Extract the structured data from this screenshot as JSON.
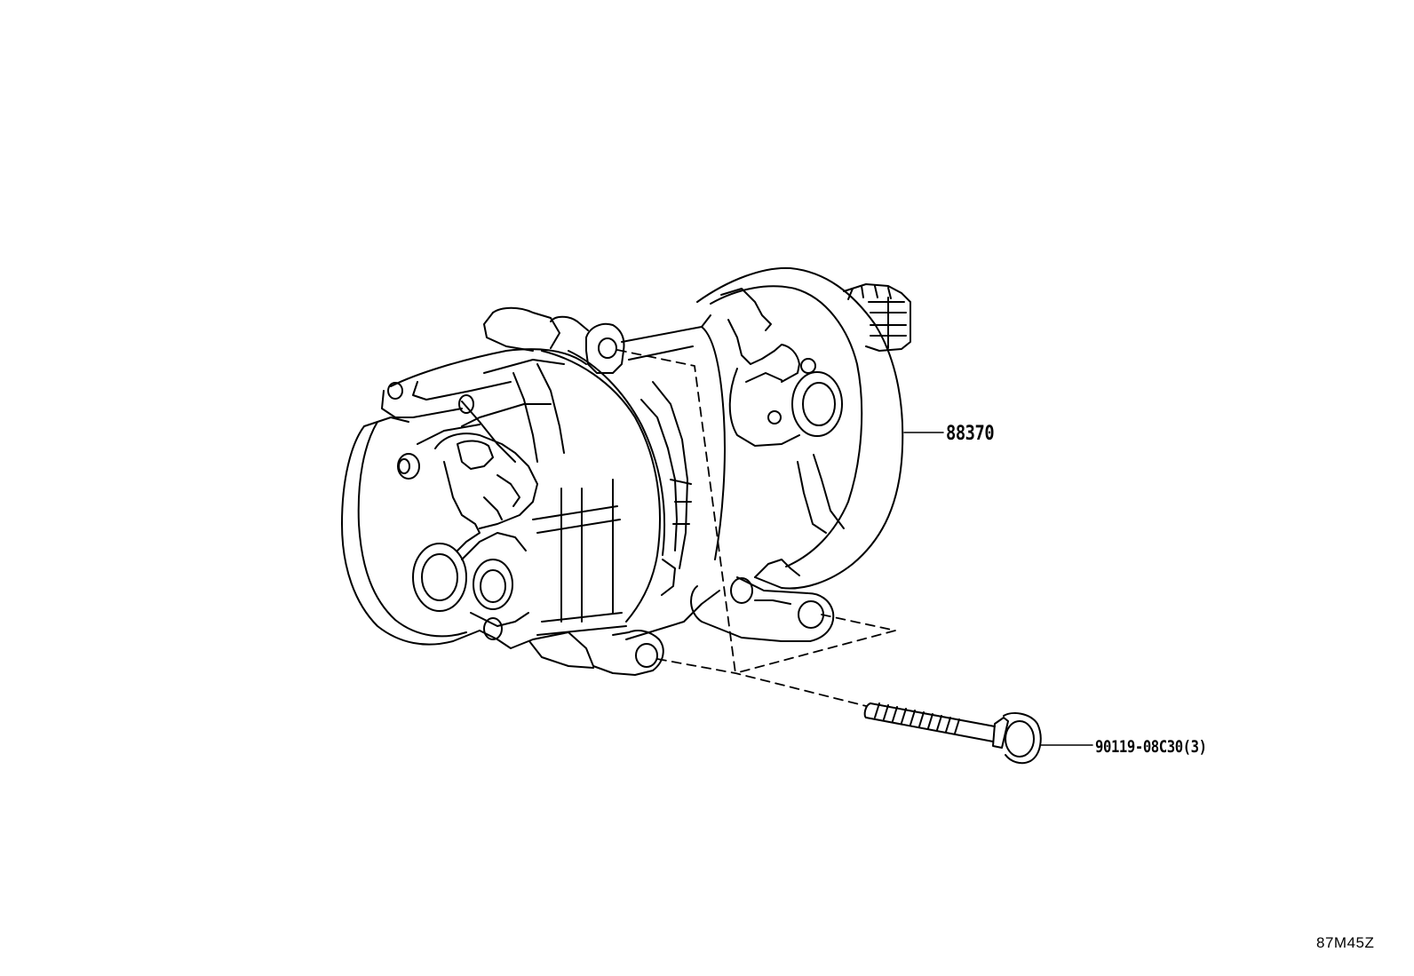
{
  "diagram": {
    "parts": [
      {
        "id": "compressor",
        "part_number": "88370",
        "depicts": "electric-ac-compressor-icon"
      },
      {
        "id": "bolt",
        "part_number": "90119-08C30(3)",
        "depicts": "flange-bolt-icon"
      }
    ],
    "illustration_code": "87M45Z",
    "line_color": "#000000",
    "background_color": "#ffffff"
  }
}
